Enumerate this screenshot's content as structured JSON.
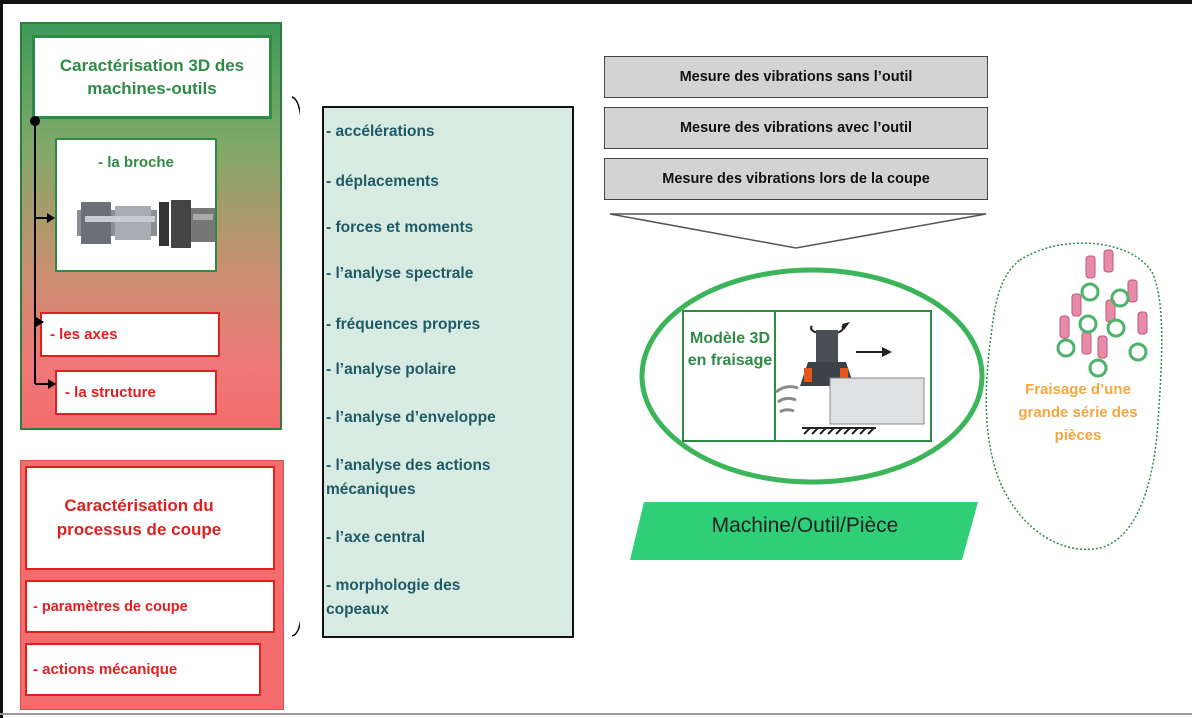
{
  "left_top": {
    "title": "Caractérisation 3D des machines-outils",
    "broche": "- la broche",
    "axes": "- les axes",
    "structure": "- la structure"
  },
  "left_bottom": {
    "title": "Caractérisation du processus de coupe",
    "parametres": "- paramètres de coupe",
    "actions": "- actions mécanique"
  },
  "analyses": [
    "- accélérations",
    "- déplacements",
    "- forces et moments",
    "- l’analyse spectrale",
    "- fréquences propres",
    "- l’analyse polaire",
    "- l’analyse d’enveloppe",
    "- l’analyse des actions mécaniques",
    "- l’axe central",
    "- morphologie des copeaux"
  ],
  "mesures": [
    "Mesure des vibrations sans l’outil",
    "Mesure des vibrations avec l’outil",
    "Mesure des vibrations lors de la coupe"
  ],
  "modele": "Modèle 3D en fraisage",
  "banner": "Machine/Outil/Pièce",
  "fraisage": "Fraisage d’une grande série des pièces",
  "colors": {
    "green": "#2e8b46",
    "red": "#e02020",
    "teal_text": "#1f5a66",
    "list_bg": "#d7ebe3",
    "orange": "#f4a640",
    "banner_green": "#2fcf78"
  }
}
